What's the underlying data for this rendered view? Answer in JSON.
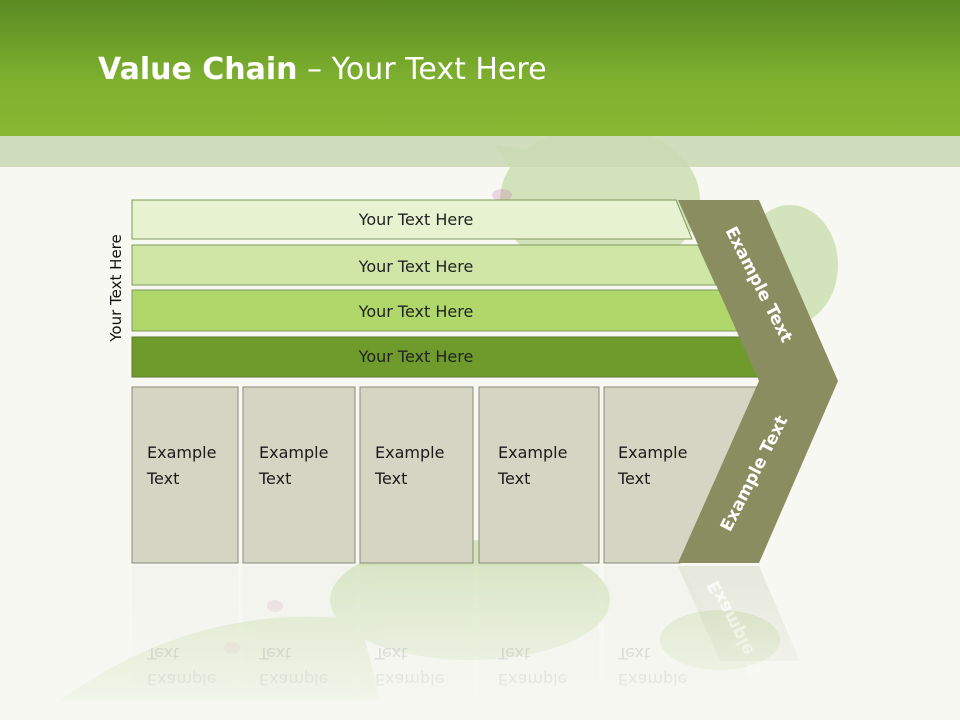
{
  "title": {
    "bold": "Value Chain",
    "rest": " – Your Text Here"
  },
  "side_label": "Your Text Here",
  "bars": [
    {
      "label": "Your Text Here",
      "fill": "#e6f2d0"
    },
    {
      "label": "Your Text Here",
      "fill": "#cfe6a6"
    },
    {
      "label": "Your Text Here",
      "fill": "#afd76a"
    },
    {
      "label": "Your Text Here",
      "fill": "#6f9a2c"
    }
  ],
  "boxes": [
    {
      "line1": "Example",
      "line2": "Text"
    },
    {
      "line1": "Example",
      "line2": "Text"
    },
    {
      "line1": "Example",
      "line2": "Text"
    },
    {
      "line1": "Example",
      "line2": "Text"
    },
    {
      "line1": "Example",
      "line2": "Text"
    }
  ],
  "chevron": {
    "upper": "Example Text",
    "lower": "Example Text",
    "fill": "#8a8d60"
  },
  "colors": {
    "header": "#7fb12f",
    "box_fill": "#d5d5c3",
    "box_stroke": "#8a8a7a"
  }
}
